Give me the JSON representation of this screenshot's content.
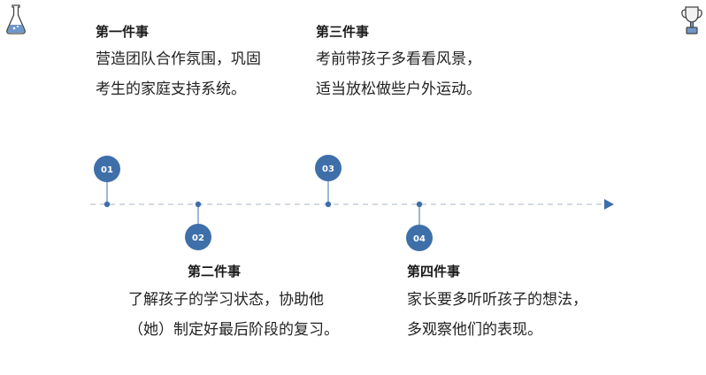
{
  "colors": {
    "accent": "#3e6fa9",
    "line": "#c7cdd6",
    "stem": "#3e6fa9",
    "text": "#222222"
  },
  "icons": {
    "top_left": "flask-icon",
    "top_right": "trophy-icon"
  },
  "items": [
    {
      "number": "01",
      "title": "第一件事",
      "lines": [
        "营造团队合作氛围，巩固",
        "考生的家庭支持系统。"
      ]
    },
    {
      "number": "02",
      "title": "第二件事",
      "lines": [
        "了解孩子的学习状态，协助他",
        "（她）制定好最后阶段的复习。"
      ]
    },
    {
      "number": "03",
      "title": "第三件事",
      "lines": [
        "考前带孩子多看看风景，",
        "适当放松做些户外运动。"
      ]
    },
    {
      "number": "04",
      "title": "第四件事",
      "lines": [
        "家长要多听听孩子的想法，",
        "多观察他们的表现。"
      ]
    }
  ]
}
